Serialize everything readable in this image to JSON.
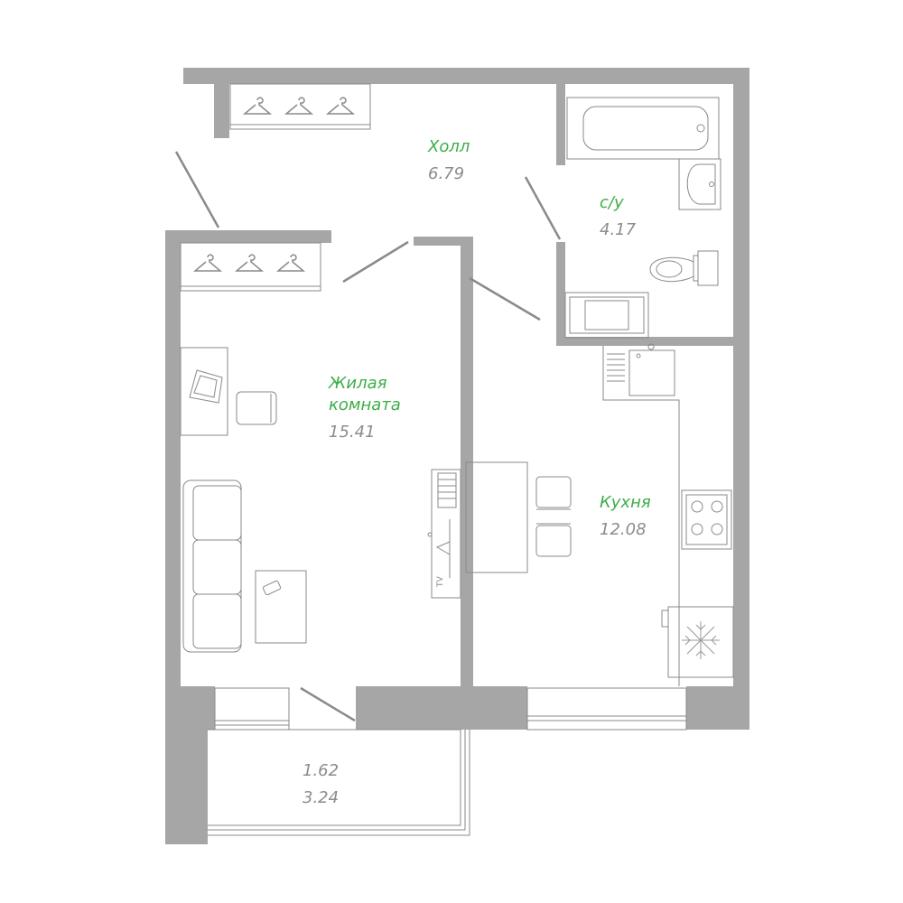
{
  "colors": {
    "wall": "#a6a6a6",
    "line": "#8a8a8a",
    "room_name": "#3dae49",
    "area_value": "#8c8c8c",
    "background": "#ffffff"
  },
  "rooms": {
    "hall": {
      "name": "Холл",
      "area": "6.79"
    },
    "bathroom": {
      "name": "с/у",
      "area": "4.17"
    },
    "living": {
      "name_line1": "Жилая",
      "name_line2": "комната",
      "area": "15.41"
    },
    "kitchen": {
      "name": "Кухня",
      "area": "12.08"
    },
    "balcony": {
      "area1": "1.62",
      "area2": "3.24"
    }
  },
  "icons": {
    "hanger": "hanger-icon",
    "snowflake": "snowflake-icon",
    "bathtub": "bathtub-icon",
    "sink": "sink-icon",
    "toilet": "toilet-icon",
    "stove": "stove-icon",
    "laptop": "laptop-icon",
    "phone": "phone-icon"
  },
  "furniture": {
    "tv_label": "TV"
  }
}
